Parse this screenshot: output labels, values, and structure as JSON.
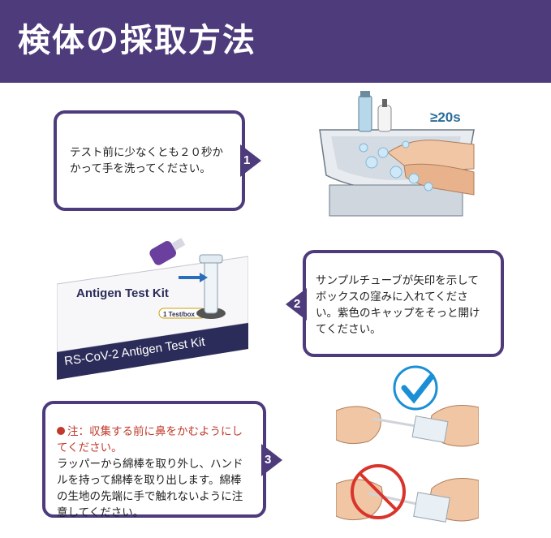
{
  "header": {
    "title": "検体の採取方法"
  },
  "steps": [
    {
      "number": "1",
      "text": "テスト前に少なくとも２０秒かかって手を洗ってください。"
    },
    {
      "number": "2",
      "text": "サンプルチューブが矢印を示してボックスの窪みに入れてください。紫色のキャップをそっと開けてください。"
    },
    {
      "number": "3",
      "warning": "注：収集する前に鼻をかむようにしてください。",
      "text": "ラッパーから綿棒を取り外し、ハンドルを持って綿棒を取り出します。綿棒の生地の先端に手で触れないように注意してください。"
    }
  ],
  "illustrations": {
    "washing_timer": "≥20s",
    "kit_label_front": "Antigen Test Kit",
    "kit_label_side": "RS-CoV-2 Antigen Test Kit",
    "kit_badge": "1 Test/box",
    "icons": [
      "sink-icon",
      "soap-dispenser-icon",
      "checkmark-icon",
      "prohibited-icon"
    ]
  },
  "colors": {
    "brand_purple": "#4e3b7c",
    "warning_red": "#c0392b",
    "check_blue": "#1a8fd6"
  }
}
